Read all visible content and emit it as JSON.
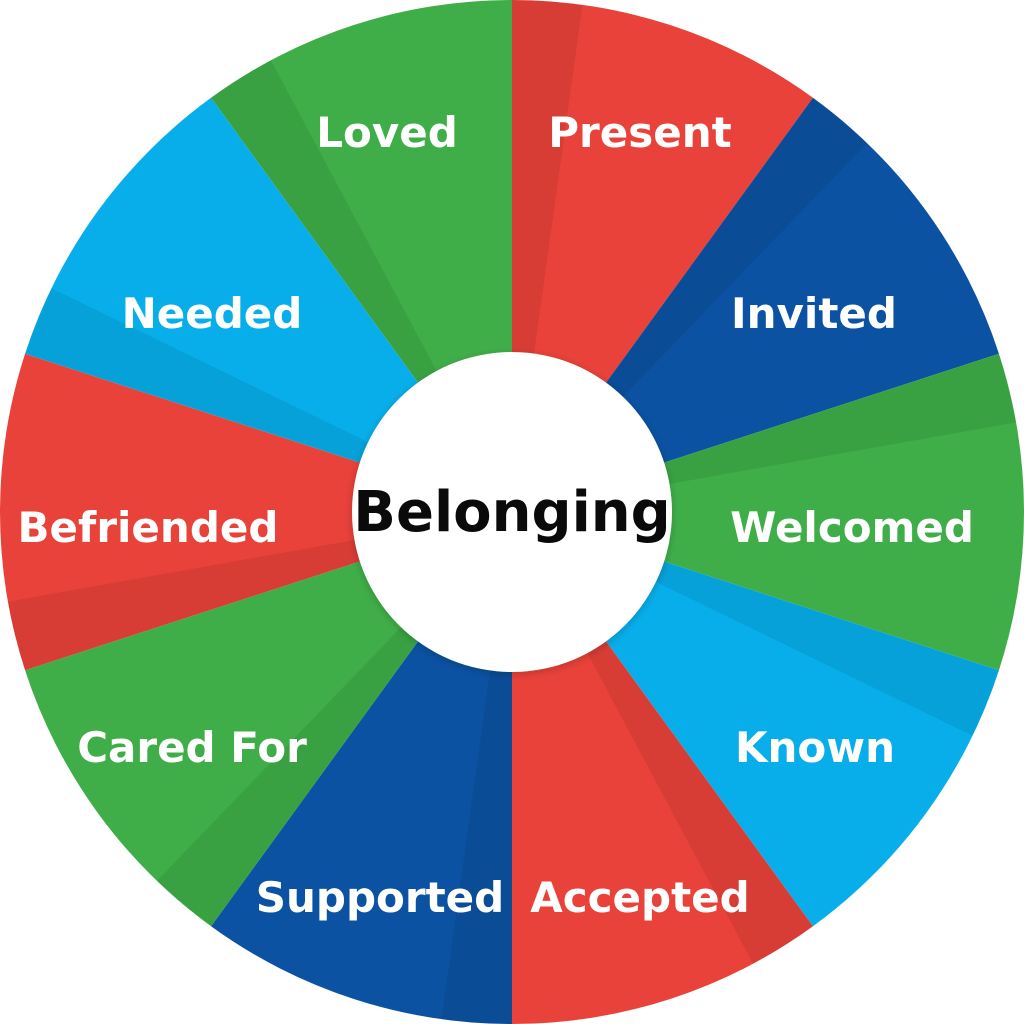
{
  "diagram": {
    "center_label": "Belonging",
    "segments": [
      {
        "label": "Present",
        "color": "#e8423a"
      },
      {
        "label": "Invited",
        "color": "#0c52a2"
      },
      {
        "label": "Welcomed",
        "color": "#3fae49"
      },
      {
        "label": "Known",
        "color": "#08aeea"
      },
      {
        "label": "Accepted",
        "color": "#e8423a"
      },
      {
        "label": "Supported",
        "color": "#0c52a2"
      },
      {
        "label": "Cared For",
        "color": "#3fae49"
      },
      {
        "label": "Befriended",
        "color": "#e8423a"
      },
      {
        "label": "Needed",
        "color": "#08aeea"
      },
      {
        "label": "Loved",
        "color": "#3fae49"
      }
    ]
  }
}
